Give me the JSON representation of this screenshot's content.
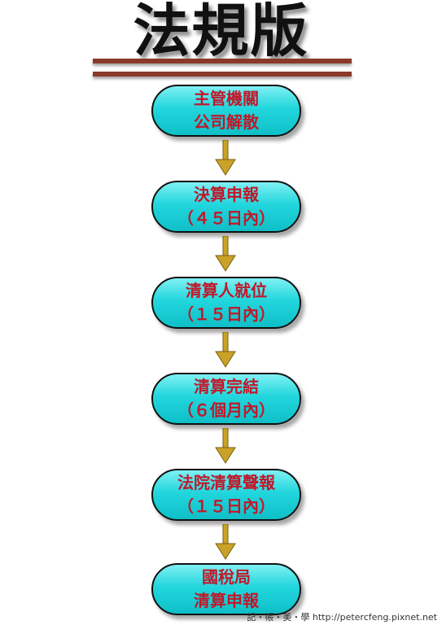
{
  "title": "法規版",
  "steps": [
    {
      "line1": "主管機關",
      "line2": "公司解散"
    },
    {
      "line1": "決算申報",
      "line2": "（４５日內）"
    },
    {
      "line1": "清算人就位",
      "line2": "（１５日內）"
    },
    {
      "line1": "清算完結",
      "line2": "（６個月內）"
    },
    {
      "line1": "法院清算聲報",
      "line2": "（１５日內）"
    },
    {
      "line1": "國稅局",
      "line2": "清算申報"
    }
  ],
  "footer": "記・帳・美・學 http://petercfeng.pixnet.net",
  "colors": {
    "box_fill": "#22d6dd",
    "box_text": "#c0182a",
    "arrow": "#c9a227",
    "rule": "#8a3a2a"
  }
}
